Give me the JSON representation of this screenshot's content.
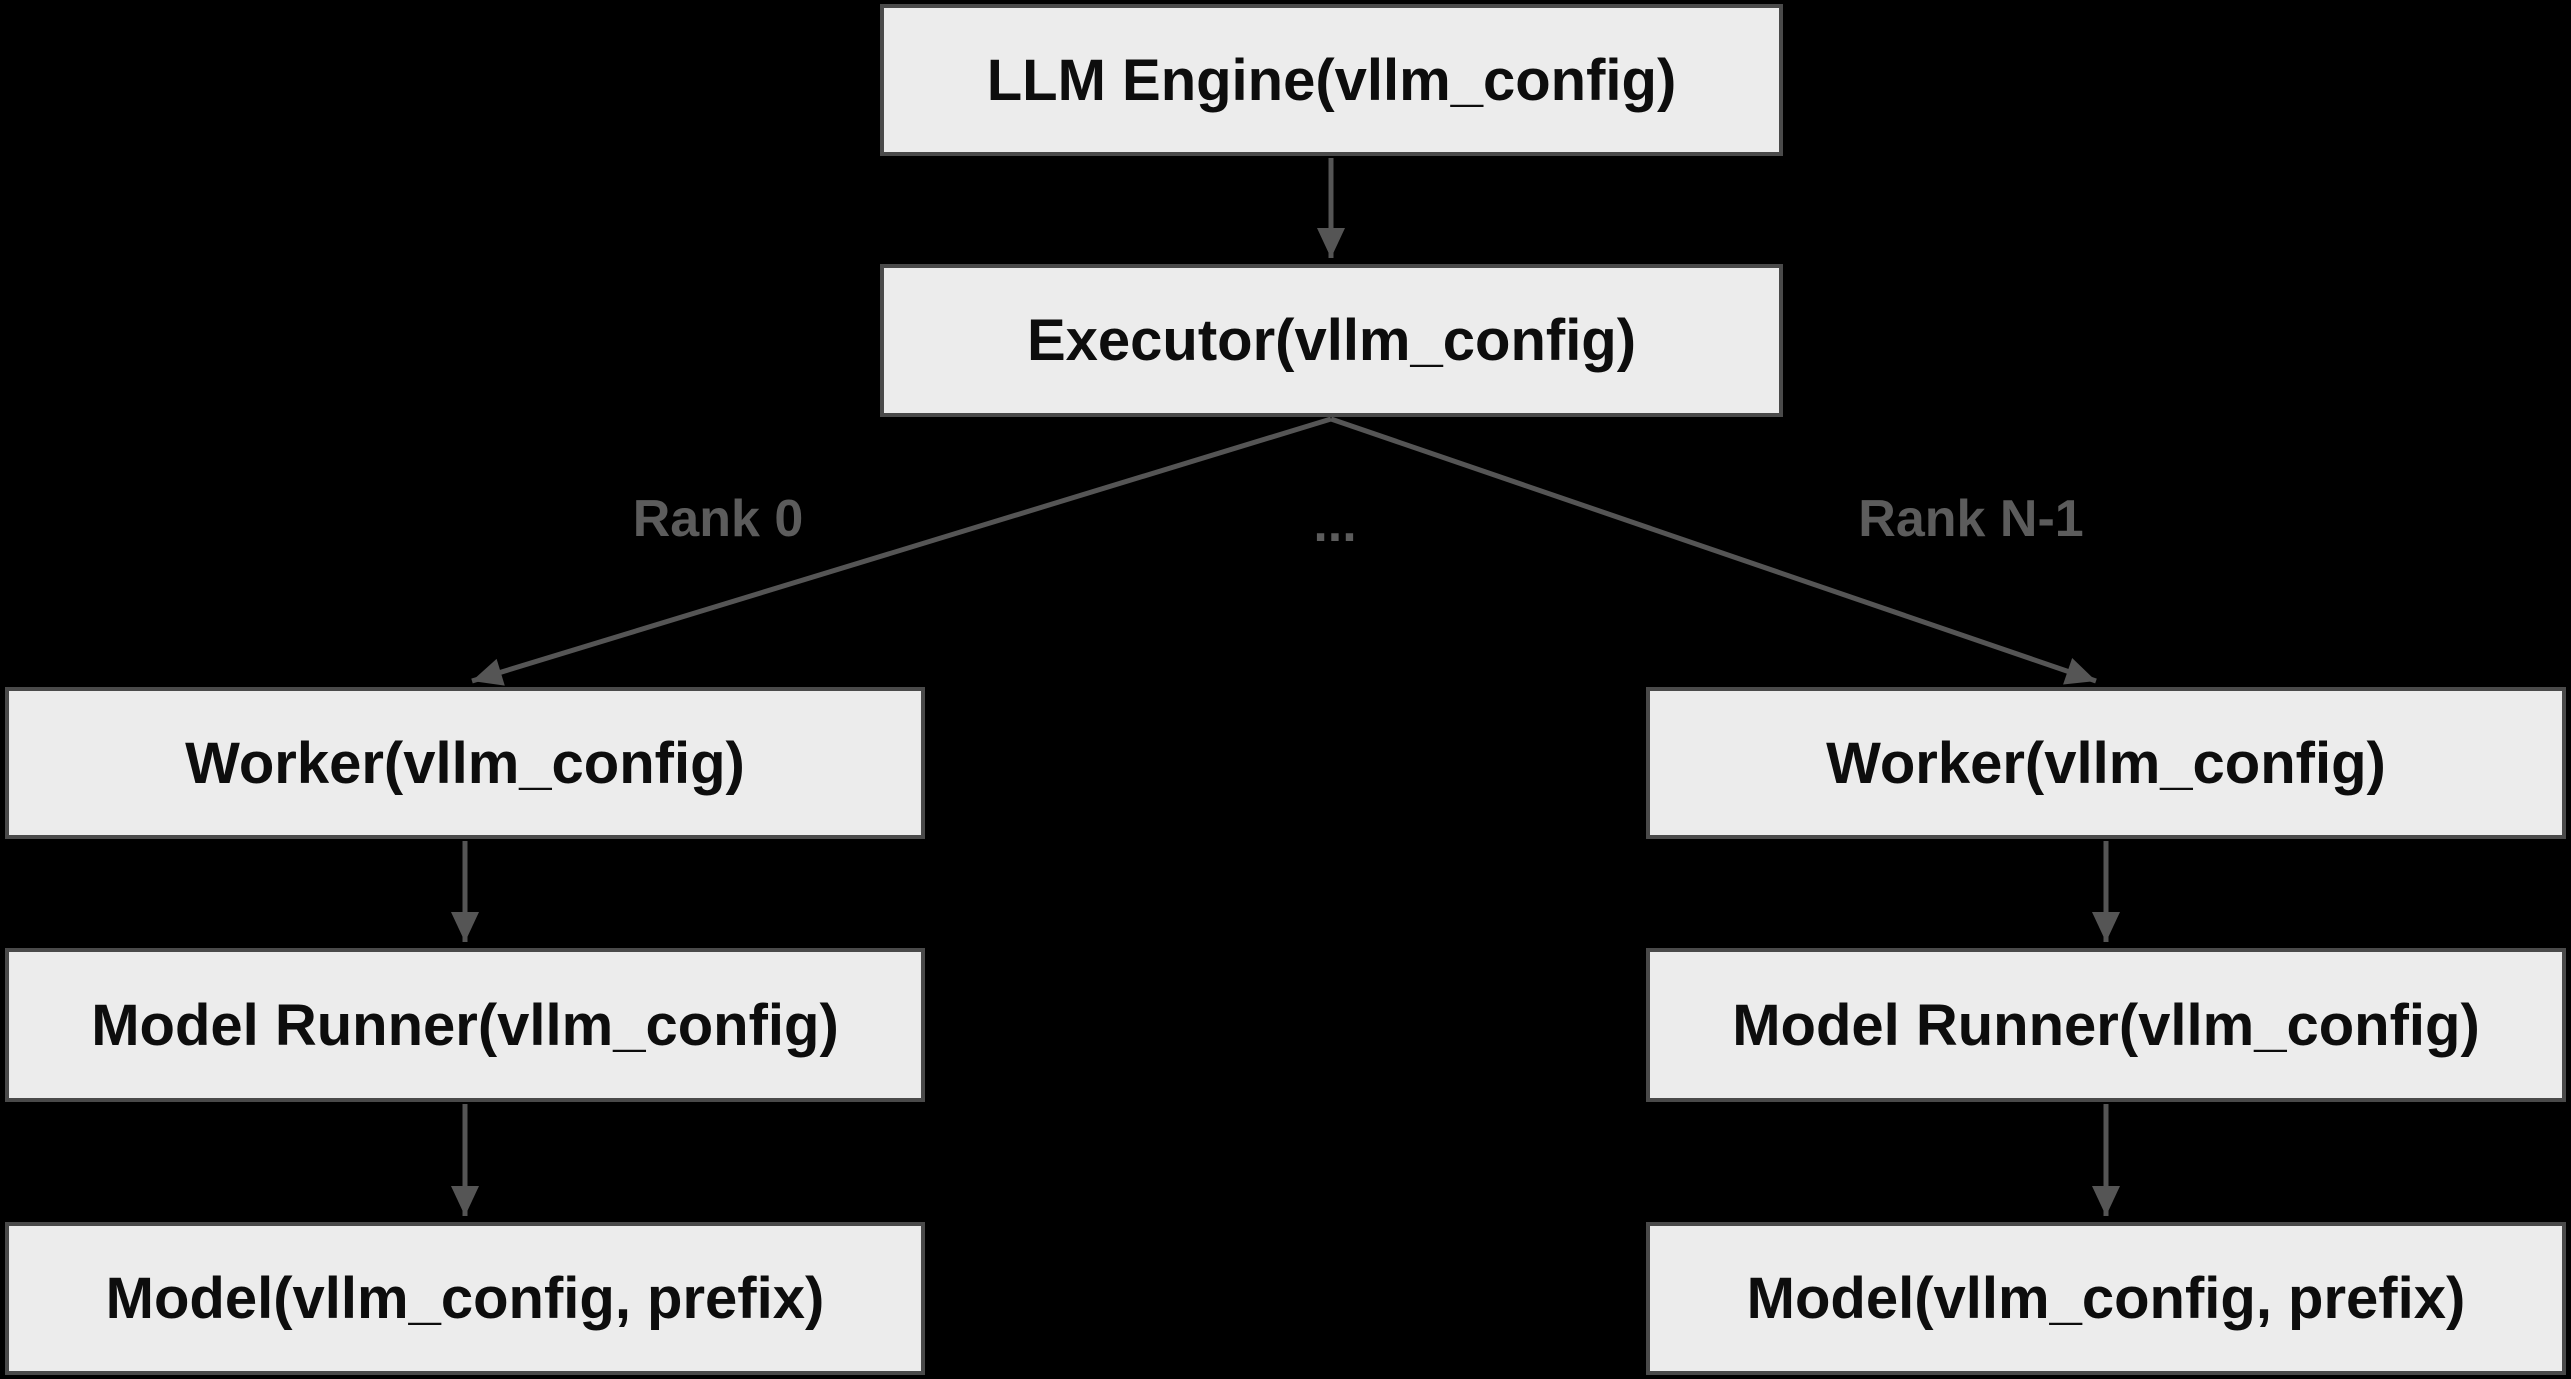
{
  "nodes": {
    "llm_engine": "LLM Engine(vllm_config)",
    "executor": "Executor(vllm_config)",
    "worker_rank0": "Worker(vllm_config)",
    "model_runner_rank0": "Model Runner(vllm_config)",
    "model_rank0": "Model(vllm_config, prefix)",
    "worker_rankn": "Worker(vllm_config)",
    "model_runner_rankn": "Model Runner(vllm_config)",
    "model_rankn": "Model(vllm_config, prefix)"
  },
  "edge_labels": {
    "rank0": "Rank 0",
    "ellipsis": "...",
    "rank_n_minus_1": "Rank N-1"
  },
  "colors": {
    "background": "#000000",
    "node_fill": "#ececec",
    "node_border": "#4a4a4a",
    "node_text": "#0d0d0d",
    "edge": "#555555",
    "edge_label": "#5c5c5c"
  }
}
